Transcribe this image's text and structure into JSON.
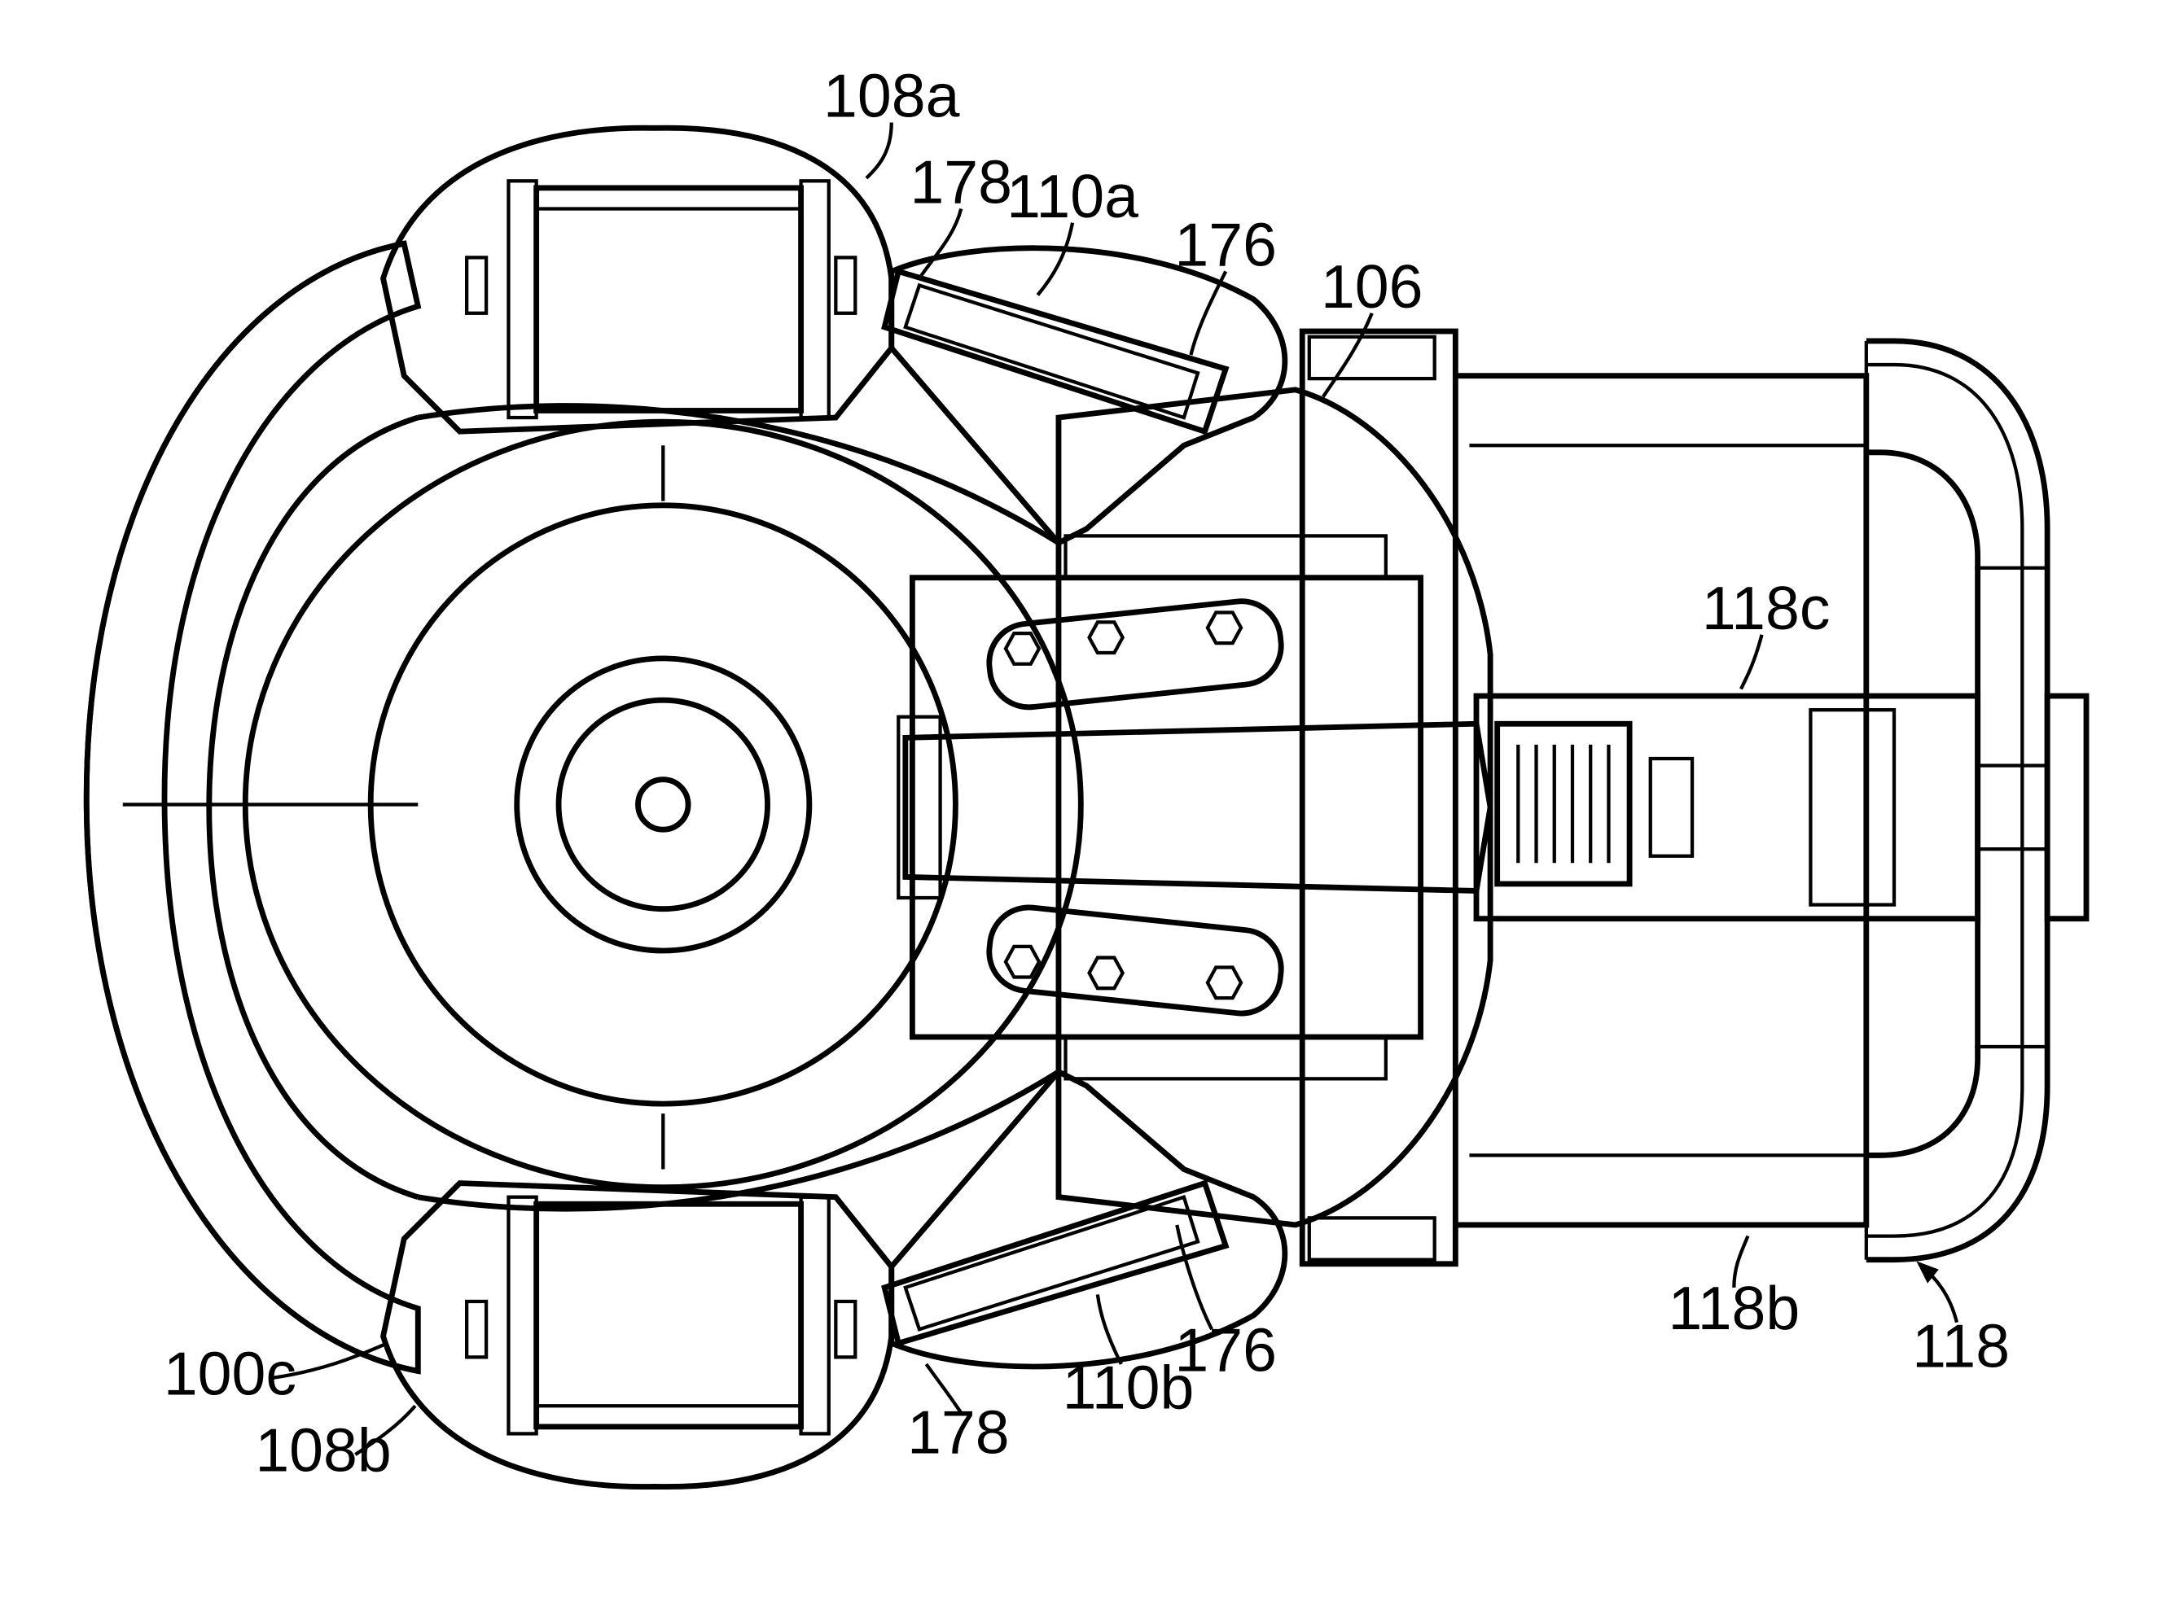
{
  "figure": {
    "reference_labels": {
      "l108a": "108a",
      "l178_top": "178",
      "l110a": "110a",
      "l176_top": "176",
      "l106": "106",
      "l118c": "118c",
      "l100c": "100c",
      "l108b": "108b",
      "l178_bottom": "178",
      "l110b": "110b",
      "l176_bottom": "176",
      "l118b": "118b",
      "l118": "118"
    },
    "colors": {
      "line": "#000000",
      "background": "#ffffff"
    }
  }
}
